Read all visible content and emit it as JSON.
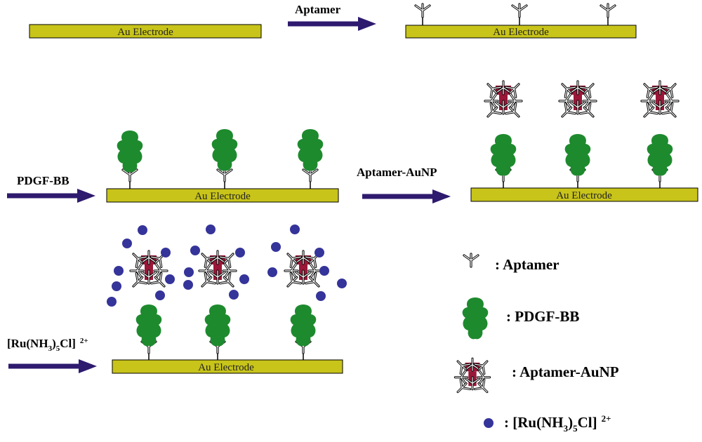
{
  "electrode_label": "Au Electrode",
  "steps": {
    "aptamer": "Aptamer",
    "pdgf": "PDGF-BB",
    "aptamer_aunp": "Aptamer-AuNP",
    "ru_main": "[Ru(NH",
    "ru_sub3": "3",
    "ru_close": ")",
    "ru_sub5": "5",
    "ru_cl": "Cl]",
    "ru_charge": "2+"
  },
  "legend": {
    "aptamer": ": Aptamer",
    "pdgf": ": PDGF-BB",
    "aptamer_aunp": ": Aptamer-AuNP",
    "ru_prefix": ": [Ru(NH",
    "ru_sub3": "3",
    "ru_close": ")",
    "ru_sub5": "5",
    "ru_cl": "Cl]",
    "ru_charge": "2+"
  },
  "colors": {
    "electrode": "#c8c41a",
    "arrow": "#2e1a6e",
    "pdgf": "#1e8a2e",
    "aunp": "#9a1738",
    "ru": "#35349a"
  },
  "icons": {
    "aptamer": "aptamer-y-icon",
    "pdgf": "pdgf-protein-icon",
    "aunp": "aptamer-aunp-icon",
    "ru": "ru-complex-dot-icon"
  }
}
